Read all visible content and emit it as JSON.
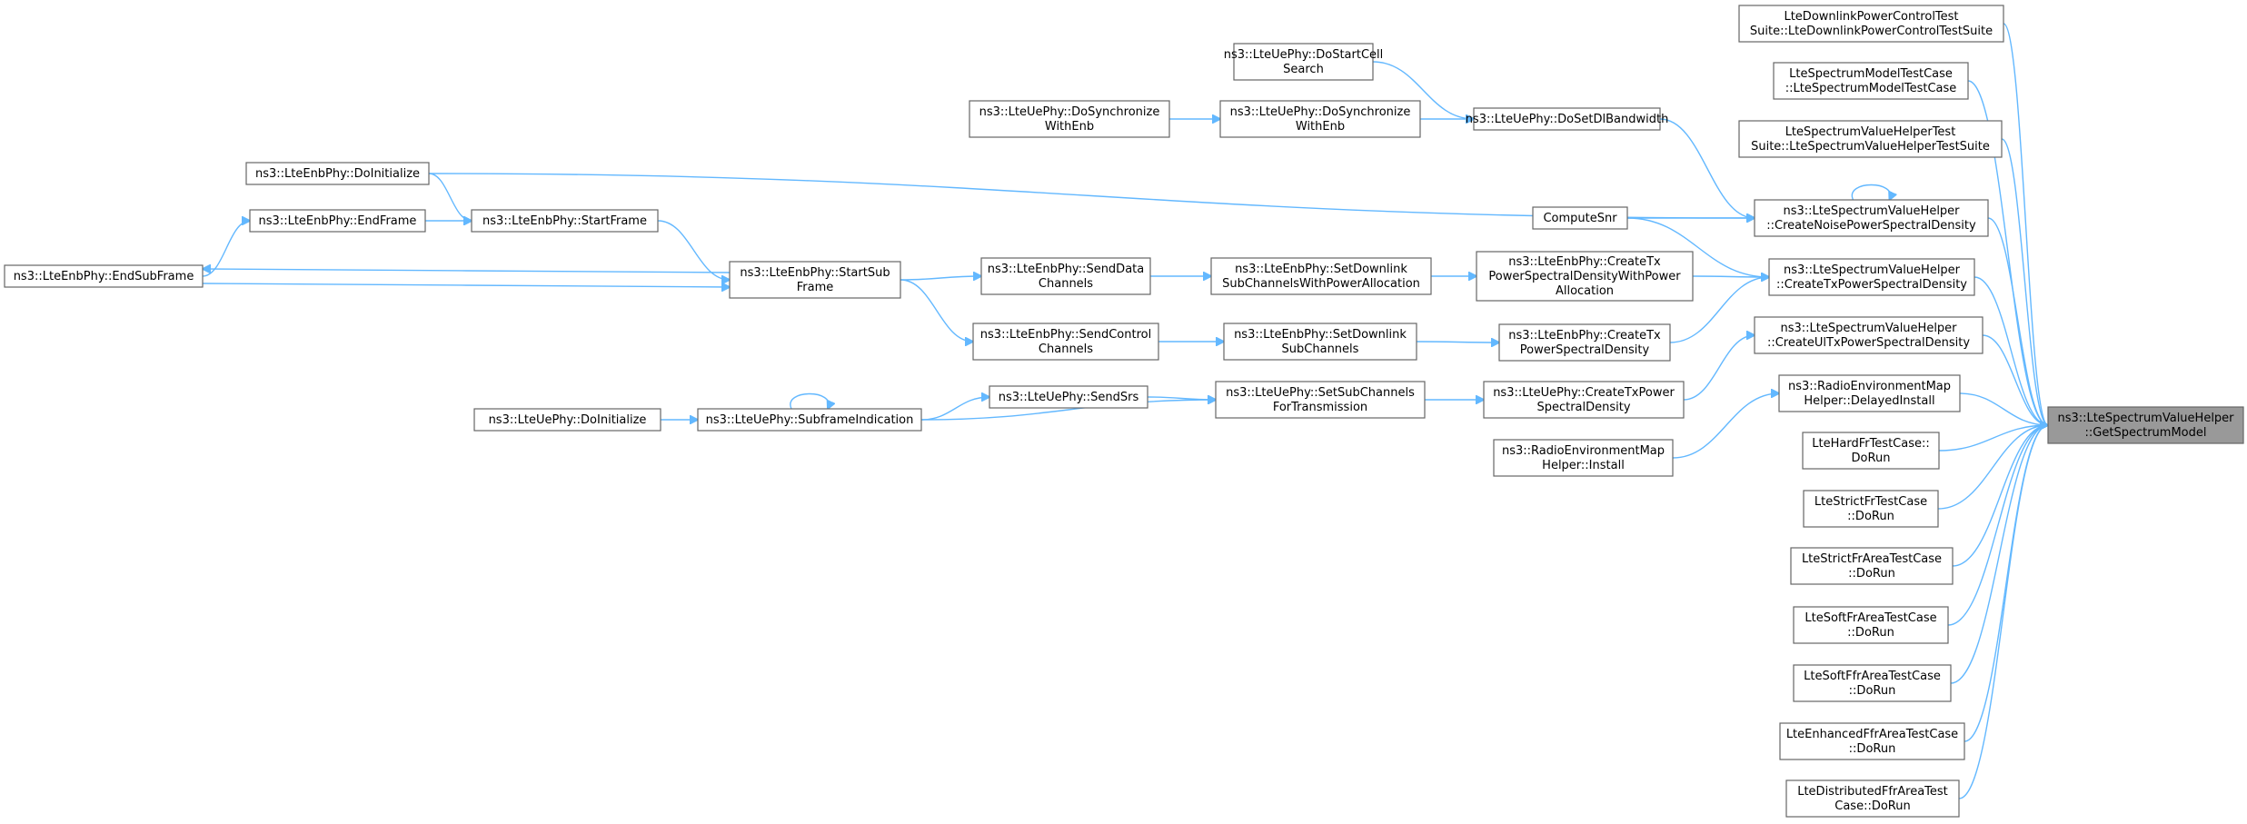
{
  "graph": {
    "title": "",
    "colors": {
      "edge": "#63b8ff",
      "root_fill": "#999999",
      "node_fill": "#ffffff",
      "node_border": "#666666"
    },
    "nodes": [
      {
        "id": "root",
        "lines": [
          "ns3::LteSpectrumValueHelper",
          "::GetSpectrumModel"
        ],
        "root": true
      },
      {
        "id": "dlpc",
        "lines": [
          "LteDownlinkPowerControlTest",
          "Suite::LteDownlinkPowerControlTestSuite"
        ]
      },
      {
        "id": "smtc",
        "lines": [
          "LteSpectrumModelTestCase",
          "::LteSpectrumModelTestCase"
        ]
      },
      {
        "id": "svht",
        "lines": [
          "LteSpectrumValueHelperTest",
          "Suite::LteSpectrumValueHelperTestSuite"
        ]
      },
      {
        "id": "cnpsd",
        "lines": [
          "ns3::LteSpectrumValueHelper",
          "::CreateNoisePowerSpectralDensity"
        ]
      },
      {
        "id": "ctxpsd",
        "lines": [
          "ns3::LteSpectrumValueHelper",
          "::CreateTxPowerSpectralDensity"
        ]
      },
      {
        "id": "cultx",
        "lines": [
          "ns3::LteSpectrumValueHelper",
          "::CreateUlTxPowerSpectralDensity"
        ]
      },
      {
        "id": "remdi",
        "lines": [
          "ns3::RadioEnvironmentMap",
          "Helper::DelayedInstall"
        ]
      },
      {
        "id": "hardfr",
        "lines": [
          "LteHardFrTestCase::",
          "DoRun"
        ]
      },
      {
        "id": "strictfr",
        "lines": [
          "LteStrictFrTestCase",
          "::DoRun"
        ]
      },
      {
        "id": "strictfra",
        "lines": [
          "LteStrictFrAreaTestCase",
          "::DoRun"
        ]
      },
      {
        "id": "softfra",
        "lines": [
          "LteSoftFrAreaTestCase",
          "::DoRun"
        ]
      },
      {
        "id": "softffra",
        "lines": [
          "LteSoftFfrAreaTestCase",
          "::DoRun"
        ]
      },
      {
        "id": "enhffra",
        "lines": [
          "LteEnhancedFfrAreaTestCase",
          "::DoRun"
        ]
      },
      {
        "id": "distffra",
        "lines": [
          "LteDistributedFfrAreaTest",
          "Case::DoRun"
        ]
      },
      {
        "id": "setdlbw",
        "lines": [
          "ns3::LteUePhy::DoSetDlBandwidth"
        ]
      },
      {
        "id": "computesnr",
        "lines": [
          "ComputeSnr"
        ]
      },
      {
        "id": "enbctxwpa",
        "lines": [
          "ns3::LteEnbPhy::CreateTx",
          "PowerSpectralDensityWithPower",
          "Allocation"
        ]
      },
      {
        "id": "enbctx",
        "lines": [
          "ns3::LteEnbPhy::CreateTx",
          "PowerSpectralDensity"
        ]
      },
      {
        "id": "uectx",
        "lines": [
          "ns3::LteUePhy::CreateTxPower",
          "SpectralDensity"
        ]
      },
      {
        "id": "reminst",
        "lines": [
          "ns3::RadioEnvironmentMap",
          "Helper::Install"
        ]
      },
      {
        "id": "startcell",
        "lines": [
          "ns3::LteUePhy::DoStartCell",
          "Search"
        ]
      },
      {
        "id": "dosync2",
        "lines": [
          "ns3::LteUePhy::DoSynchronize",
          "WithEnb"
        ]
      },
      {
        "id": "dosync1",
        "lines": [
          "ns3::LteUePhy::DoSynchronize",
          "WithEnb"
        ]
      },
      {
        "id": "setdlwpa",
        "lines": [
          "ns3::LteEnbPhy::SetDownlink",
          "SubChannelsWithPowerAllocation"
        ]
      },
      {
        "id": "setdlsub",
        "lines": [
          "ns3::LteEnbPhy::SetDownlink",
          "SubChannels"
        ]
      },
      {
        "id": "setsubtx",
        "lines": [
          "ns3::LteUePhy::SetSubChannels",
          "ForTransmission"
        ]
      },
      {
        "id": "senddata",
        "lines": [
          "ns3::LteEnbPhy::SendData",
          "Channels"
        ]
      },
      {
        "id": "sendctrl",
        "lines": [
          "ns3::LteEnbPhy::SendControl",
          "Channels"
        ]
      },
      {
        "id": "sendsrs",
        "lines": [
          "ns3::LteUePhy::SendSrs"
        ]
      },
      {
        "id": "startsub",
        "lines": [
          "ns3::LteEnbPhy::StartSub",
          "Frame"
        ]
      },
      {
        "id": "subind",
        "lines": [
          "ns3::LteUePhy::SubframeIndication"
        ]
      },
      {
        "id": "enbinit",
        "lines": [
          "ns3::LteEnbPhy::DoInitialize"
        ]
      },
      {
        "id": "startframe",
        "lines": [
          "ns3::LteEnbPhy::StartFrame"
        ]
      },
      {
        "id": "endframe",
        "lines": [
          "ns3::LteEnbPhy::EndFrame"
        ]
      },
      {
        "id": "endsubframe",
        "lines": [
          "ns3::LteEnbPhy::EndSubFrame"
        ]
      },
      {
        "id": "ueinit",
        "lines": [
          "ns3::LteUePhy::DoInitialize"
        ]
      }
    ],
    "edges": [
      {
        "from": "dlpc",
        "to": "root"
      },
      {
        "from": "smtc",
        "to": "root"
      },
      {
        "from": "svht",
        "to": "root"
      },
      {
        "from": "cnpsd",
        "to": "root"
      },
      {
        "from": "ctxpsd",
        "to": "root"
      },
      {
        "from": "cultx",
        "to": "root"
      },
      {
        "from": "remdi",
        "to": "root"
      },
      {
        "from": "hardfr",
        "to": "root"
      },
      {
        "from": "strictfr",
        "to": "root"
      },
      {
        "from": "strictfra",
        "to": "root"
      },
      {
        "from": "softfra",
        "to": "root"
      },
      {
        "from": "softffra",
        "to": "root"
      },
      {
        "from": "enhffra",
        "to": "root"
      },
      {
        "from": "distffra",
        "to": "root"
      },
      {
        "from": "cnpsd",
        "to": "cnpsd"
      },
      {
        "from": "setdlbw",
        "to": "cnpsd"
      },
      {
        "from": "enbinit",
        "to": "cnpsd"
      },
      {
        "from": "computesnr",
        "to": "cnpsd"
      },
      {
        "from": "computesnr",
        "to": "ctxpsd"
      },
      {
        "from": "enbctxwpa",
        "to": "ctxpsd"
      },
      {
        "from": "enbctx",
        "to": "ctxpsd"
      },
      {
        "from": "uectx",
        "to": "cultx"
      },
      {
        "from": "reminst",
        "to": "remdi"
      },
      {
        "from": "startcell",
        "to": "setdlbw"
      },
      {
        "from": "dosync2",
        "to": "setdlbw"
      },
      {
        "from": "dosync1",
        "to": "dosync2"
      },
      {
        "from": "setdlwpa",
        "to": "enbctxwpa"
      },
      {
        "from": "setdlsub",
        "to": "enbctx"
      },
      {
        "from": "setsubtx",
        "to": "uectx"
      },
      {
        "from": "senddata",
        "to": "setdlwpa"
      },
      {
        "from": "sendctrl",
        "to": "setdlsub"
      },
      {
        "from": "sendsrs",
        "to": "setsubtx"
      },
      {
        "from": "subind",
        "to": "setsubtx"
      },
      {
        "from": "startsub",
        "to": "senddata"
      },
      {
        "from": "startsub",
        "to": "sendctrl"
      },
      {
        "from": "subind",
        "to": "sendsrs"
      },
      {
        "from": "subind",
        "to": "subind"
      },
      {
        "from": "startframe",
        "to": "startsub"
      },
      {
        "from": "endsubframe",
        "to": "startsub"
      },
      {
        "from": "startsub",
        "to": "endsubframe"
      },
      {
        "from": "enbinit",
        "to": "startframe"
      },
      {
        "from": "endframe",
        "to": "startframe"
      },
      {
        "from": "endsubframe",
        "to": "endframe"
      },
      {
        "from": "ueinit",
        "to": "subind"
      }
    ]
  }
}
